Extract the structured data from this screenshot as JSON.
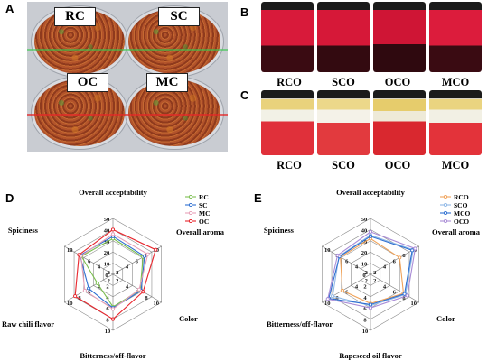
{
  "panels": {
    "A": "A",
    "B": "B",
    "C": "C",
    "D": "D",
    "E": "E"
  },
  "photo_a_labels": [
    "RC",
    "SC",
    "OC",
    "MC"
  ],
  "photo_b_labels": [
    "RCO",
    "SCO",
    "OCO",
    "MCO"
  ],
  "photo_c_labels": [
    "RCO",
    "SCO",
    "OCO",
    "MCO"
  ],
  "colors": {
    "red": "#e8242b",
    "blue": "#2e6fd1",
    "green": "#7cbf50",
    "orange": "#f0a35a",
    "lightblue": "#8fb8e6",
    "purple": "#a98bd6",
    "pink": "#e6a0b8"
  },
  "chart_data": [
    {
      "type": "radar",
      "axes": [
        "Overall acceptability",
        "Overall aroma",
        "Color",
        "Bitterness/off-flavor",
        "Raw chili flavor",
        "Spiciness"
      ],
      "scales": [
        [
          0,
          50
        ],
        [
          0,
          10
        ],
        [
          0,
          10
        ],
        [
          0,
          10
        ],
        [
          0,
          10
        ],
        [
          0,
          10
        ]
      ],
      "tick_labels": [
        [
          "0",
          "10",
          "20",
          "30",
          "40",
          "50"
        ],
        [
          "2",
          "4",
          "6",
          "8",
          "10"
        ],
        [
          "2",
          "4",
          "6",
          "8",
          "10"
        ],
        [
          "2",
          "4",
          "6",
          "8",
          "10"
        ],
        [
          "2",
          "4",
          "6",
          "8",
          "10"
        ],
        [
          "2",
          "4",
          "6",
          "8",
          "10"
        ]
      ],
      "series": [
        {
          "name": "RC",
          "values": [
            32,
            6.2,
            5.6,
            5.8,
            3.2,
            6.5
          ]
        },
        {
          "name": "SC",
          "values": [
            34,
            6.5,
            5.8,
            6.0,
            5.0,
            6.8
          ]
        },
        {
          "name": "MC",
          "values": [
            36,
            7.2,
            5.4,
            6.2,
            5.8,
            6.6
          ]
        },
        {
          "name": "OC",
          "values": [
            40,
            8.8,
            6.2,
            8.0,
            7.8,
            7.0
          ]
        }
      ],
      "series_colors": [
        "#7cbf50",
        "#2e6fd1",
        "#e6a0b8",
        "#e8242b"
      ],
      "legend": "top-right"
    },
    {
      "type": "radar",
      "axes": [
        "Overall acceptability",
        "Overall aroma",
        "Color",
        "Rapeseed oil flavor",
        "Bitterness/off-flavor",
        "Spiciness"
      ],
      "scales": [
        [
          0,
          50
        ],
        [
          0,
          10
        ],
        [
          0,
          10
        ],
        [
          0,
          10
        ],
        [
          0,
          10
        ],
        [
          0,
          10
        ]
      ],
      "tick_labels": [
        [
          "0",
          "10",
          "20",
          "30",
          "40",
          "50"
        ],
        [
          "2",
          "4",
          "6",
          "8",
          "10"
        ],
        [
          "2",
          "4",
          "6",
          "8",
          "10"
        ],
        [
          "2",
          "4",
          "6",
          "8",
          "10"
        ],
        [
          "2",
          "4",
          "6",
          "8",
          "10"
        ],
        [
          "2",
          "4",
          "6",
          "8",
          "10"
        ]
      ],
      "series": [
        {
          "name": "RCO",
          "values": [
            32,
            6.0,
            6.8,
            5.2,
            5.8,
            6.2
          ]
        },
        {
          "name": "SCO",
          "values": [
            35,
            8.8,
            7.2,
            5.6,
            7.8,
            6.5
          ]
        },
        {
          "name": "MCO",
          "values": [
            34,
            8.6,
            7.0,
            5.4,
            8.6,
            6.4
          ]
        },
        {
          "name": "OCO",
          "values": [
            38,
            9.2,
            7.6,
            6.0,
            8.8,
            6.8
          ]
        }
      ],
      "series_colors": [
        "#f0a35a",
        "#8fb8e6",
        "#2e6fd1",
        "#a98bd6"
      ],
      "legend": "top-right"
    }
  ]
}
